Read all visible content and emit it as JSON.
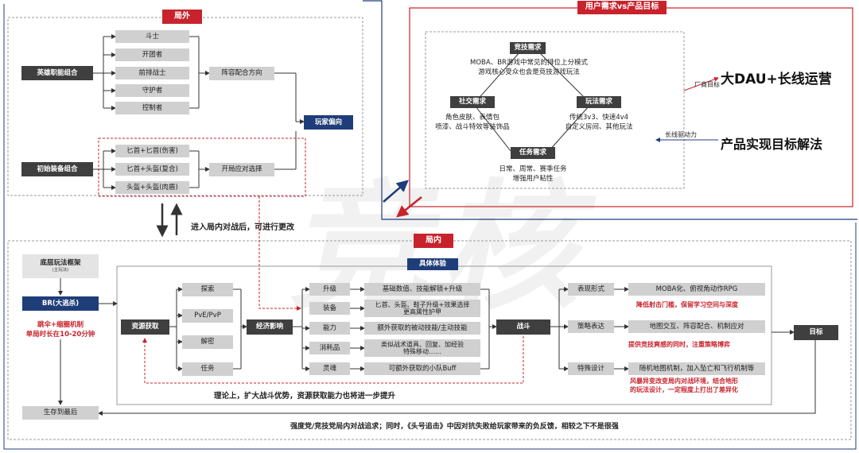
{
  "watermark": "竞核",
  "outer_section": {
    "title": "局外",
    "hero_combo": "英雄职能组合",
    "roles": [
      "斗士",
      "开团者",
      "前排战士",
      "守护者",
      "控制者"
    ],
    "lineup_direction": "阵容配合方向",
    "player_tendency": "玩家偏向",
    "equip_combo": "初始装备组合",
    "equips": [
      "匕首+匕首(伤害)",
      "匕首+头盔(复合)",
      "头盔+头盔(肉盾)"
    ],
    "opening_choice": "开局应对选择"
  },
  "transition_note": "进入局内对战后，可进行更改",
  "goal_section": {
    "title": "用户需求vs产品目标",
    "competitive": {
      "label": "竞技需求",
      "desc1": "MOBA、BR游戏中常见的排位上分模式",
      "desc2": "游戏核心受众也会是竞技游戏玩法"
    },
    "social": {
      "label": "社交需求",
      "desc1": "角色皮肤、表情包",
      "desc2": "喷漆、战斗特效等装饰品"
    },
    "gameplay": {
      "label": "玩法需求",
      "desc1": "传统3v3、快速4v4",
      "desc2": "自定义房间、其他玩法"
    },
    "task": {
      "label": "任务需求",
      "desc1": "日常、周常、赛季任务",
      "desc2": "增强用户粘性"
    },
    "vendor_goal_label": "厂商目标",
    "vendor_goal": "大DAU+长线运营",
    "long_drive_label": "长线驱动力",
    "solution": "产品实现目标解法"
  },
  "inner_section": {
    "title": "局内",
    "base_framework": "底层玩法框架",
    "base_sub": "(主玩法)",
    "br_label": "BR(大逃杀)",
    "br_note1": "跳伞+缩圈机制",
    "br_note2": "单局时长在10-20分钟",
    "survive": "生存到最后",
    "experience": "具体体验",
    "resource": "资源获取",
    "resource_types": [
      "探索",
      "PvE/PvP",
      "解密",
      "任务"
    ],
    "economy": "经济影响",
    "effects": [
      {
        "name": "升级",
        "desc": "基础数值、技能解锁+升级"
      },
      {
        "name": "装备",
        "desc": "匕首、头盔、鞋子升级+效果选择\n更高属性护甲"
      },
      {
        "name": "能力",
        "desc": "额外获取的被动技能/主动技能"
      },
      {
        "name": "消耗品",
        "desc": "类似战术道具、回复、加经验\n特殊移动……"
      },
      {
        "name": "灵魂",
        "desc": "可额外获取的小队Buff"
      }
    ],
    "combat": "战斗",
    "aspects": [
      {
        "name": "表现形式",
        "desc": "MOBA化、俯视角动作RPG",
        "note": "降低射击门槛，保留学习空间与深度"
      },
      {
        "name": "策略表达",
        "desc": "地图交互、阵容配合、机制应对",
        "note": "提供竞技爽感的同时，注重策略博弈"
      },
      {
        "name": "特殊设计",
        "desc": "随机地图机制，加入坠亡和飞行机制等",
        "note": "风暴异变改变局内对战环境，结合地形\n的玩法设计，一定程度上打出了差异化"
      }
    ],
    "target": "目标",
    "feedback_note": "理论上，扩大战斗优势，资源获取能力也将进一步提升",
    "bottom_note": "强度党/竞技党局内对战追求；同时，《头号追击》中因对抗失败给玩家带来的负反馈，相较之下不是很强"
  },
  "colors": {
    "red": "#c8232c",
    "navy": "#1f3d78",
    "dark": "#3f3f3f",
    "gray": "#d0d0d0"
  }
}
